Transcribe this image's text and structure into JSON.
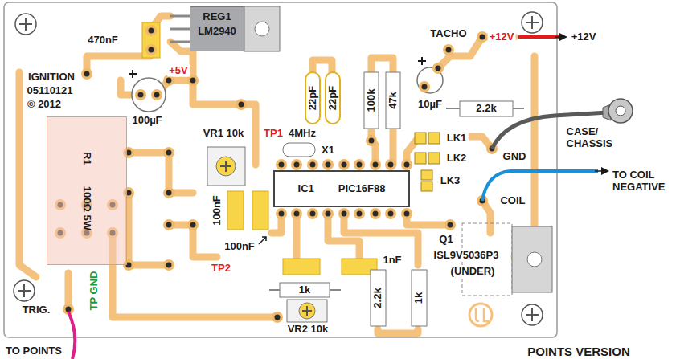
{
  "diagram": {
    "caption": "POINTS VERSION",
    "nodes": [
      {
        "text": [
          "REG1",
          "LM2940"
        ]
      },
      {
        "text": [
          "R1",
          "100Ω 5W"
        ]
      },
      {
        "text": [
          "IC1",
          "PIC16F88"
        ]
      }
    ],
    "labels": [
      "470nF",
      "IGNITION",
      "05110121",
      "© 2012",
      "+5V",
      "100µF",
      "VR1 10k",
      "TP1",
      "22pF",
      "22pF",
      "4MHz",
      "X1",
      "100k",
      "47k",
      "10µF",
      "TACHO",
      "+12V",
      "+12V",
      "2.2k",
      "LK1",
      "LK2",
      "LK3",
      "GND",
      "CASE/ CHASSIS",
      "COIL",
      "TO COIL NEGATIVE",
      "100nF",
      "100nF",
      "TP2",
      "1k",
      "1nF",
      "Q1",
      "ISL9V5036P3",
      "(UNDER)",
      "2.2k",
      "1k",
      "VR2 10k",
      "TRIG.",
      "TP GND",
      "TO POINTS"
    ]
  }
}
